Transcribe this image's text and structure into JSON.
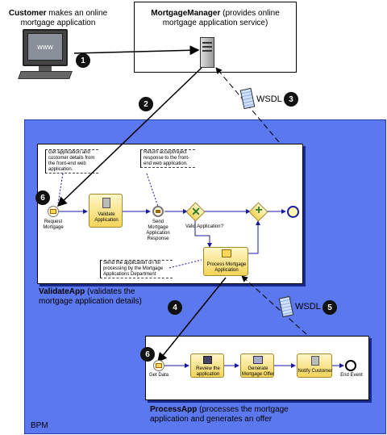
{
  "customer": {
    "bold": "Customer",
    "rest": " makes an online",
    "line2": "mortgage application",
    "screen_text": "www"
  },
  "manager": {
    "bold": "MortgageManager",
    "rest": " (provides online",
    "line2": "mortgage application service)"
  },
  "badges": [
    "1",
    "2",
    "3",
    "4",
    "5",
    "6",
    "6"
  ],
  "wsdl_label": "WSDL",
  "bpm_label": "BPM",
  "validate_app": {
    "bold": "ValidateApp",
    "rest": " (validates the",
    "line2": "mortgage application details)",
    "note_top": [
      "Get application and",
      "customer details from",
      "the front-end web",
      "application."
    ],
    "note_right": [
      "Return accept/reject",
      "response to the front-",
      "end web application."
    ],
    "note_bottom": [
      "Send the application on for",
      "processing by the Mortgage",
      "Applications Department"
    ],
    "request": [
      "Request",
      "Mortgage"
    ],
    "validate_task": [
      "Validate",
      "Application"
    ],
    "send_response": [
      "Send",
      "Mortgage",
      "Application",
      "Response"
    ],
    "gateway_label": "Valid Application?",
    "process_task": [
      "Process Mortgage",
      "Application"
    ]
  },
  "process_app": {
    "bold": "ProcessApp",
    "rest": " (processes the mortgage",
    "line2": "application and generates an offer",
    "get_data": "Get Data",
    "review": [
      "Review the",
      "application"
    ],
    "generate": [
      "Generate",
      "Mortgage Offer"
    ],
    "notify": "Notify Customer",
    "end": "End Event"
  },
  "icons": [
    "computer-monitor-icon",
    "server-icon",
    "wsdl-document-icon",
    "message-start-event-icon",
    "gateway-x-icon",
    "gateway-plus-icon",
    "end-event-icon"
  ]
}
